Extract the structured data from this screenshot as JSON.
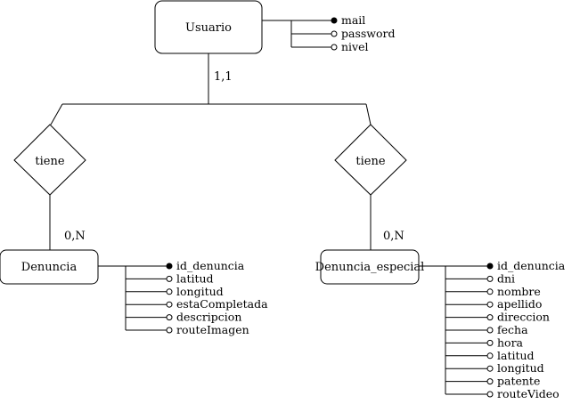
{
  "entities": {
    "usuario": {
      "label": "Usuario",
      "cardinality": "1,1",
      "attributes": [
        {
          "name": "mail",
          "key": true
        },
        {
          "name": "password",
          "key": false
        },
        {
          "name": "nivel",
          "key": false
        }
      ]
    },
    "denuncia": {
      "label": "Denuncia",
      "cardinality": "0,N",
      "attributes": [
        {
          "name": "id_denuncia",
          "key": true
        },
        {
          "name": "latitud",
          "key": false
        },
        {
          "name": "longitud",
          "key": false
        },
        {
          "name": "estaCompletada",
          "key": false
        },
        {
          "name": "descripcion",
          "key": false
        },
        {
          "name": "routeImagen",
          "key": false
        }
      ]
    },
    "denuncia_especial": {
      "label": "Denuncia_especial",
      "cardinality": "0,N",
      "attributes": [
        {
          "name": "id_denuncia",
          "key": true
        },
        {
          "name": "dni",
          "key": false
        },
        {
          "name": "nombre",
          "key": false
        },
        {
          "name": "apellido",
          "key": false
        },
        {
          "name": "direccion",
          "key": false
        },
        {
          "name": "fecha",
          "key": false
        },
        {
          "name": "hora",
          "key": false
        },
        {
          "name": "latitud",
          "key": false
        },
        {
          "name": "longitud",
          "key": false
        },
        {
          "name": "patente",
          "key": false
        },
        {
          "name": "routeVideo",
          "key": false
        }
      ]
    }
  },
  "relationships": {
    "left": {
      "label": "tiene"
    },
    "right": {
      "label": "tiene"
    }
  }
}
